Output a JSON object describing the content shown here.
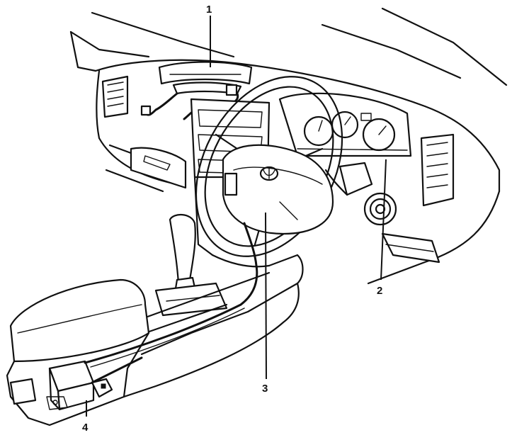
{
  "callouts": {
    "c1": "1",
    "c2": "2",
    "c3": "3",
    "c4": "4"
  },
  "colors": {
    "line": "#111111",
    "background": "#ffffff"
  }
}
